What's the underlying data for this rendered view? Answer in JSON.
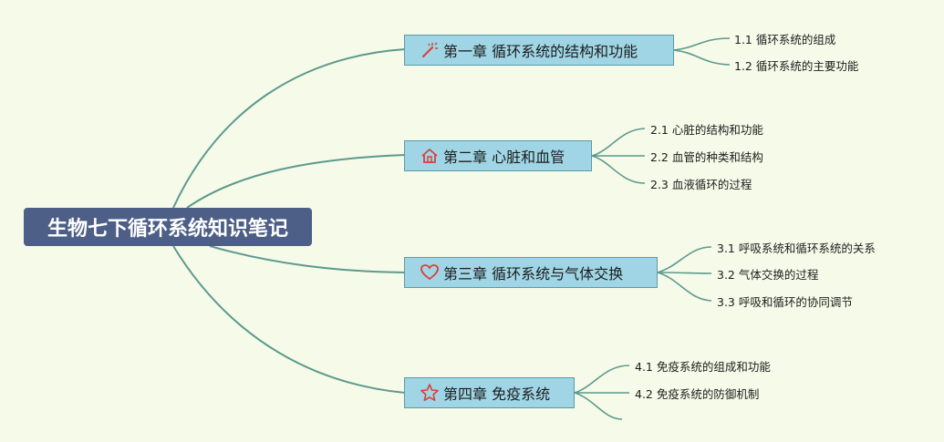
{
  "root": {
    "label": "生物七下循环系统知识笔记"
  },
  "chapters": [
    {
      "label": "第一章 循环系统的结构和功能",
      "icon": "magic-wand-icon",
      "children": [
        "1.1 循环系统的组成",
        "1.2 循环系统的主要功能"
      ]
    },
    {
      "label": "第二章 心脏和血管",
      "icon": "home-icon",
      "children": [
        "2.1 心脏的结构和功能",
        "2.2 血管的种类和结构",
        "2.3 血液循环的过程"
      ]
    },
    {
      "label": "第三章 循环系统与气体交换",
      "icon": "heart-icon",
      "children": [
        "3.1 呼吸系统和循环系统的关系",
        "3.2 气体交换的过程",
        "3.3 呼吸和循环的协同调节"
      ]
    },
    {
      "label": "第四章 免疫系统",
      "icon": "star-icon",
      "children": [
        "4.1 免疫系统的组成和功能",
        "4.2 免疫系统的防御机制",
        ""
      ]
    }
  ],
  "colors": {
    "background": "#f6fae9",
    "root_fill": "#4d5f87",
    "chapter_fill": "#9fd5e5",
    "connector": "#5c9a8c",
    "icon_red": "#d9413c"
  }
}
